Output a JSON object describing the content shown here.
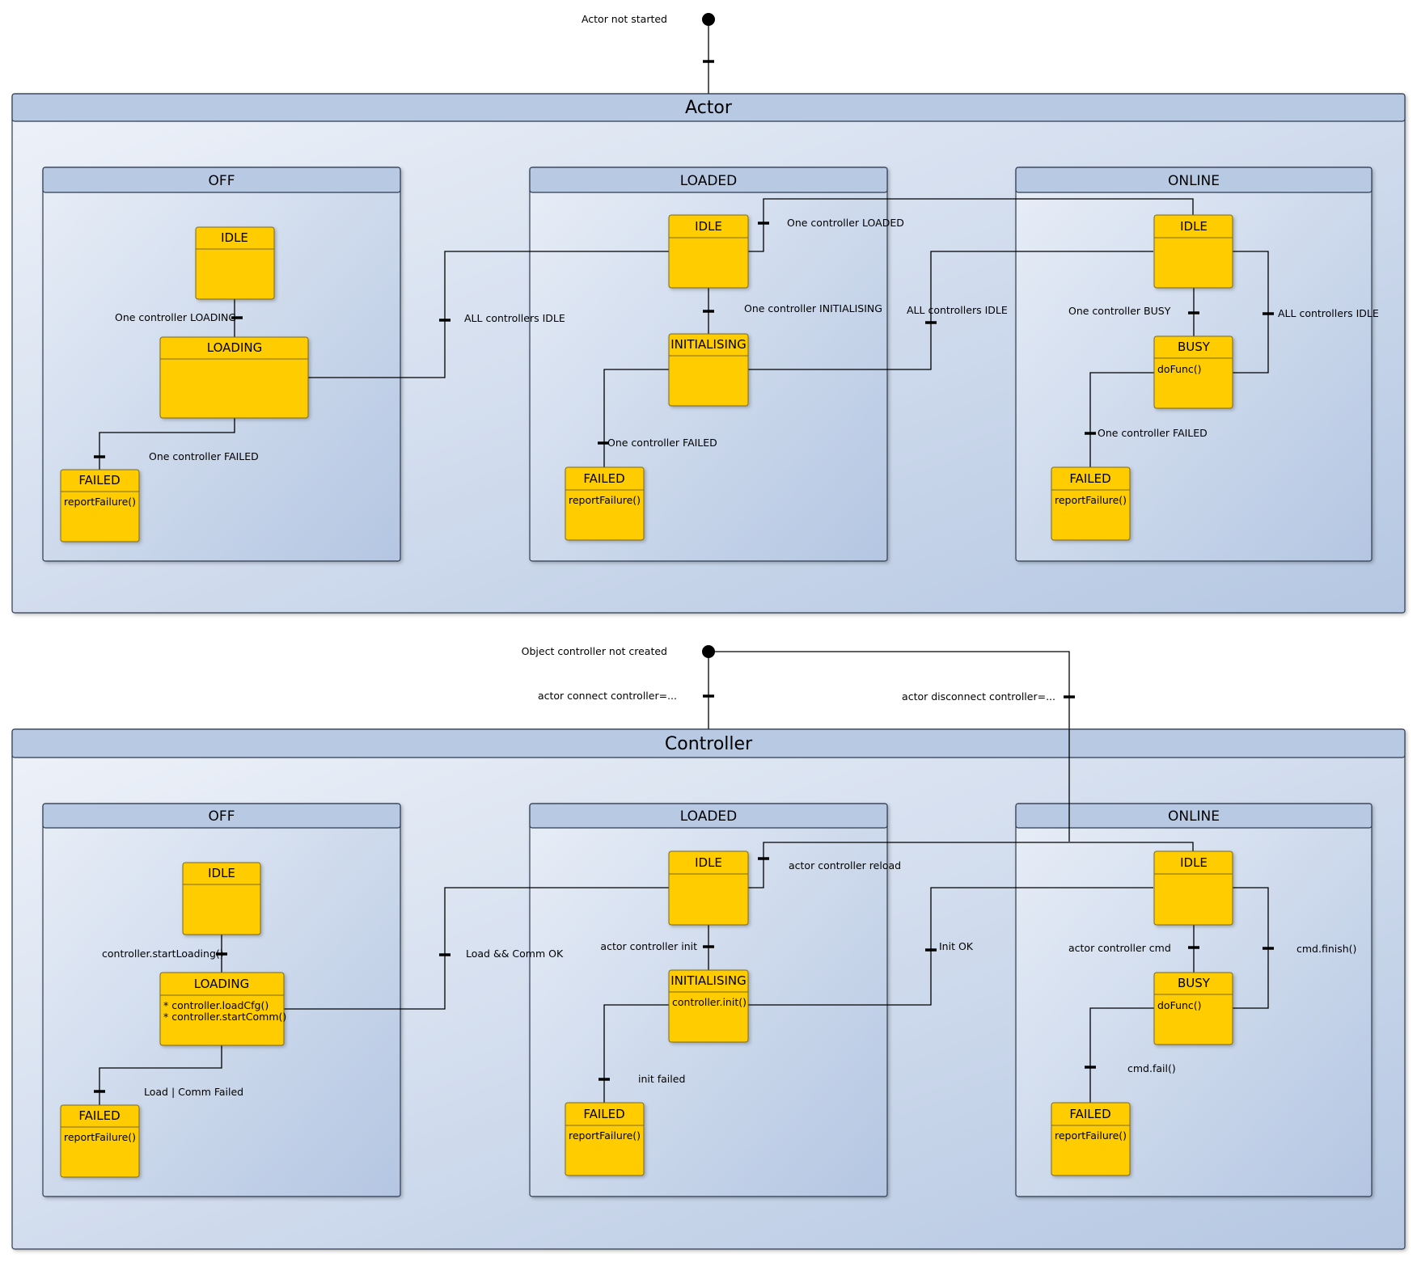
{
  "initial_labels": {
    "actor": "Actor not started",
    "controller": "Object controller not created"
  },
  "actor": {
    "title": "Actor",
    "off": {
      "title": "OFF",
      "idle": "IDLE",
      "loading": "LOADING",
      "failed": "FAILED",
      "failed_action": "reportFailure()",
      "t_loading": "One controller LOADING",
      "t_failed": "One controller FAILED"
    },
    "loaded": {
      "title": "LOADED",
      "idle": "IDLE",
      "initialising": "INITIALISING",
      "failed": "FAILED",
      "failed_action": "reportFailure()",
      "t_initialising": "One controller INITIALISING",
      "t_failed": "One controller FAILED"
    },
    "online": {
      "title": "ONLINE",
      "idle": "IDLE",
      "busy": "BUSY",
      "busy_action": "doFunc()",
      "failed": "FAILED",
      "failed_action": "reportFailure()",
      "t_busy": "One controller BUSY",
      "t_idle": "ALL controllers IDLE",
      "t_failed": "One controller FAILED"
    },
    "t_off_to_loaded": "ALL controllers IDLE",
    "t_loaded_to_online": "ALL controllers IDLE",
    "t_online_to_loaded": "One controller LOADED"
  },
  "controller": {
    "title": "Controller",
    "t_connect": "actor connect controller=...",
    "t_disconnect": "actor disconnect controller=...",
    "off": {
      "title": "OFF",
      "idle": "IDLE",
      "loading": "LOADING",
      "loading_action_1": "* controller.loadCfg()",
      "loading_action_2": "* controller.startComm()",
      "failed": "FAILED",
      "failed_action": "reportFailure()",
      "t_loading": "controller.startLoading()",
      "t_failed": "Load | Comm Failed"
    },
    "loaded": {
      "title": "LOADED",
      "idle": "IDLE",
      "initialising": "INITIALISING",
      "initialising_action": "controller.init()",
      "failed": "FAILED",
      "failed_action": "reportFailure()",
      "t_init": "actor controller init",
      "t_failed": "init failed"
    },
    "online": {
      "title": "ONLINE",
      "idle": "IDLE",
      "busy": "BUSY",
      "busy_action": "doFunc()",
      "failed": "FAILED",
      "failed_action": "reportFailure()",
      "t_cmd": "actor controller cmd",
      "t_finish": "cmd.finish()",
      "t_fail": "cmd.fail()"
    },
    "t_off_to_loaded": "Load && Comm OK",
    "t_loaded_to_online": "Init OK",
    "t_online_to_loaded": "actor controller reload"
  }
}
